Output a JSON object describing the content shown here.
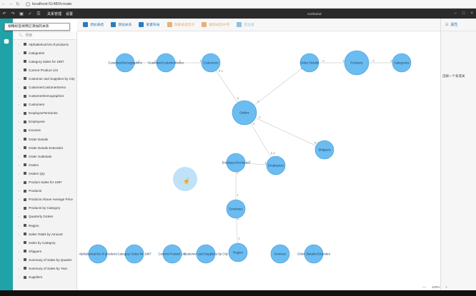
{
  "browser": {
    "url": "localhost:51480/create"
  },
  "app": {
    "menu_relation": "关系管理",
    "menu_settings": "设置",
    "title": "northwind"
  },
  "tooltip": "缩略标签将用已添加的关系",
  "toolbar": [
    {
      "label": "添加表结",
      "color": "#2b7bbf",
      "disabled": false
    },
    {
      "label": "添加关系",
      "color": "#2b7bbf",
      "disabled": false
    },
    {
      "label": "重置布局",
      "color": "#2b7bbf",
      "disabled": false
    },
    {
      "label": "隐藏被选定点",
      "color": "#e5b07a",
      "disabled": true
    },
    {
      "label": "删除被选中项",
      "color": "#e5b07a",
      "disabled": true
    },
    {
      "label": "定位组",
      "color": "#8fc1e3",
      "disabled": true
    }
  ],
  "tree": {
    "search_placeholder": "搜索",
    "items": [
      "Alphabetical list of products",
      "Categories",
      "Category Sales for 1997",
      "Current Product List",
      "Customer and Suppliers by City",
      "CustomerCustomerDemo",
      "CustomerDemographics",
      "Customers",
      "EmployeeTerritories",
      "Employees",
      "Invoices",
      "Order Details",
      "Order Details Extended",
      "Order Subtotals",
      "Orders",
      "Orders Qry",
      "Product Sales for 1997",
      "Products",
      "Products Above Average Price",
      "Products by Category",
      "Quarterly Orders",
      "Region",
      "Sales Totals by Amount",
      "Sales by Category",
      "Shippers",
      "Summary of Sales by Quarter",
      "Summary of Sales by Year",
      "Suppliers"
    ]
  },
  "right_panel": {
    "header": "属性",
    "hint": "选择一个表或关"
  },
  "status": {
    "zoom": "100%",
    "minus": "—",
    "plus": "+"
  },
  "graph": {
    "node_color": "#6bbcf0",
    "node_stroke": "#3a9ad9",
    "nodes": [
      {
        "id": "cdemo",
        "label": "CustomerDemographics"
      },
      {
        "id": "ccd",
        "label": "CustomerCustomerDemo"
      },
      {
        "id": "cust",
        "label": "Customers"
      },
      {
        "id": "od",
        "label": "Order Details"
      },
      {
        "id": "prod",
        "label": "Products"
      },
      {
        "id": "cat",
        "label": "Categories"
      },
      {
        "id": "orders",
        "label": "Orders"
      },
      {
        "id": "ship",
        "label": "Shippers"
      },
      {
        "id": "et",
        "label": "EmployeeTerritories"
      },
      {
        "id": "emp",
        "label": "Employees"
      },
      {
        "id": "terr",
        "label": "Territories"
      },
      {
        "id": "region",
        "label": "Region"
      },
      {
        "id": "alp",
        "label": "Alphabetical list of products"
      },
      {
        "id": "csales",
        "label": "Category Sales for 1997"
      },
      {
        "id": "cpl",
        "label": "Current Product List"
      },
      {
        "id": "csc",
        "label": "Customer and Suppliers by City"
      },
      {
        "id": "inv",
        "label": "Invoices"
      },
      {
        "id": "ode",
        "label": "Order Details Extended"
      }
    ],
    "edges": [
      {
        "from": "cdemo",
        "to": "ccd",
        "a": "1",
        "b": "n"
      },
      {
        "from": "ccd",
        "to": "cust",
        "a": "n",
        "b": "1"
      },
      {
        "from": "cust",
        "to": "orders",
        "a": "0..1",
        "b": "n"
      },
      {
        "from": "od",
        "to": "orders",
        "a": "n",
        "b": "1"
      },
      {
        "from": "od",
        "to": "prod",
        "a": "n",
        "b": "1"
      },
      {
        "from": "prod",
        "to": "cat",
        "a": "n",
        "b": "0..1"
      },
      {
        "from": "orders",
        "to": "ship",
        "a": "n",
        "b": "0..1"
      },
      {
        "from": "orders",
        "to": "emp",
        "a": "n",
        "b": "0..1"
      },
      {
        "from": "et",
        "to": "emp",
        "a": "n",
        "b": "1"
      },
      {
        "from": "et",
        "to": "terr",
        "a": "n",
        "b": "1"
      },
      {
        "from": "terr",
        "to": "region",
        "a": "n",
        "b": "1"
      }
    ]
  }
}
